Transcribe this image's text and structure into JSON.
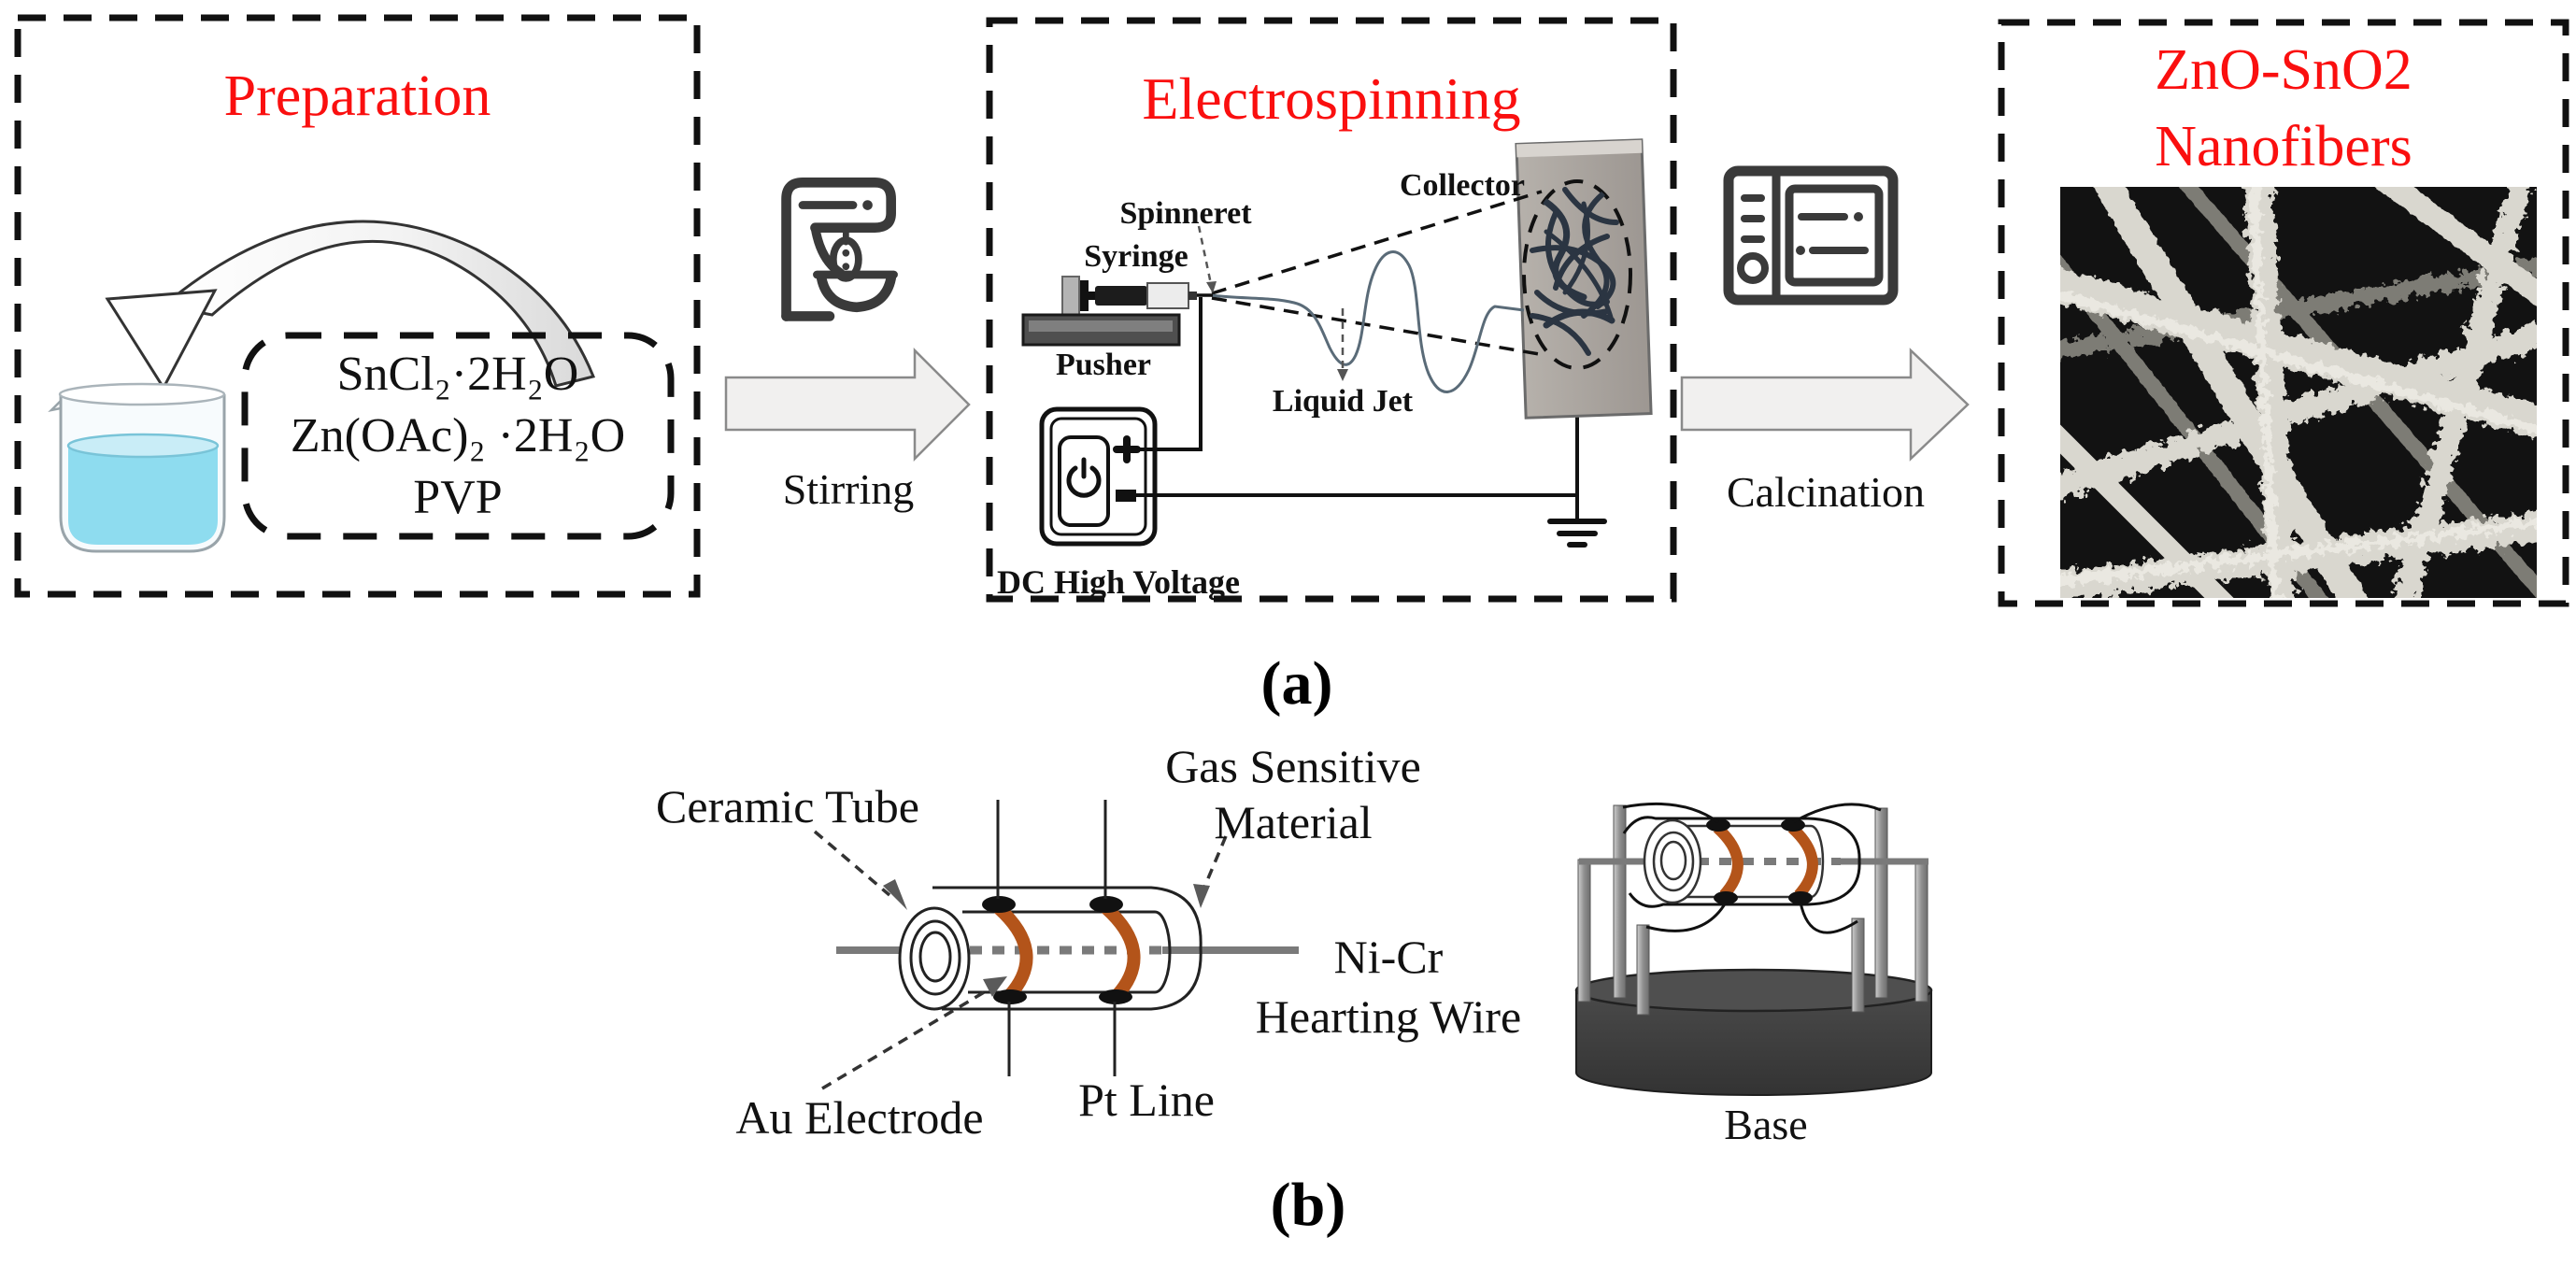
{
  "colors": {
    "accent_red": "#fa0f0f",
    "electrode_orange": "#b3541a",
    "liquid_cyan": "#8edcef",
    "wire_gray": "#7a7a7a",
    "base_dark": "#3d3d3d"
  },
  "panel_a": {
    "caption": "(a)",
    "preparation": {
      "title": "Preparation",
      "chemicals": [
        "SnCl₂·2H₂O",
        "Zn(OAc)₂ ·2H₂O",
        "PVP"
      ]
    },
    "stirring_label": "Stirring",
    "electrospinning": {
      "title": "Electrospinning",
      "spinneret": "Spinneret",
      "syringe": "Syringe",
      "pusher": "Pusher",
      "liquid_jet": "Liquid Jet",
      "collector": "Collector",
      "dc": "DC High Voltage"
    },
    "calcination_label": "Calcination",
    "product": {
      "title_line1": "ZnO-SnO2",
      "title_line2": "Nanofibers"
    }
  },
  "panel_b": {
    "caption": "(b)",
    "labels": {
      "ceramic_tube": "Ceramic Tube",
      "gas_sensitive_1": "Gas Sensitive",
      "gas_sensitive_2": "Material",
      "nicr_1": "Ni-Cr",
      "nicr_2": "Hearting Wire",
      "au_electrode": "Au Electrode",
      "pt_line": "Pt Line",
      "base": "Base"
    }
  }
}
